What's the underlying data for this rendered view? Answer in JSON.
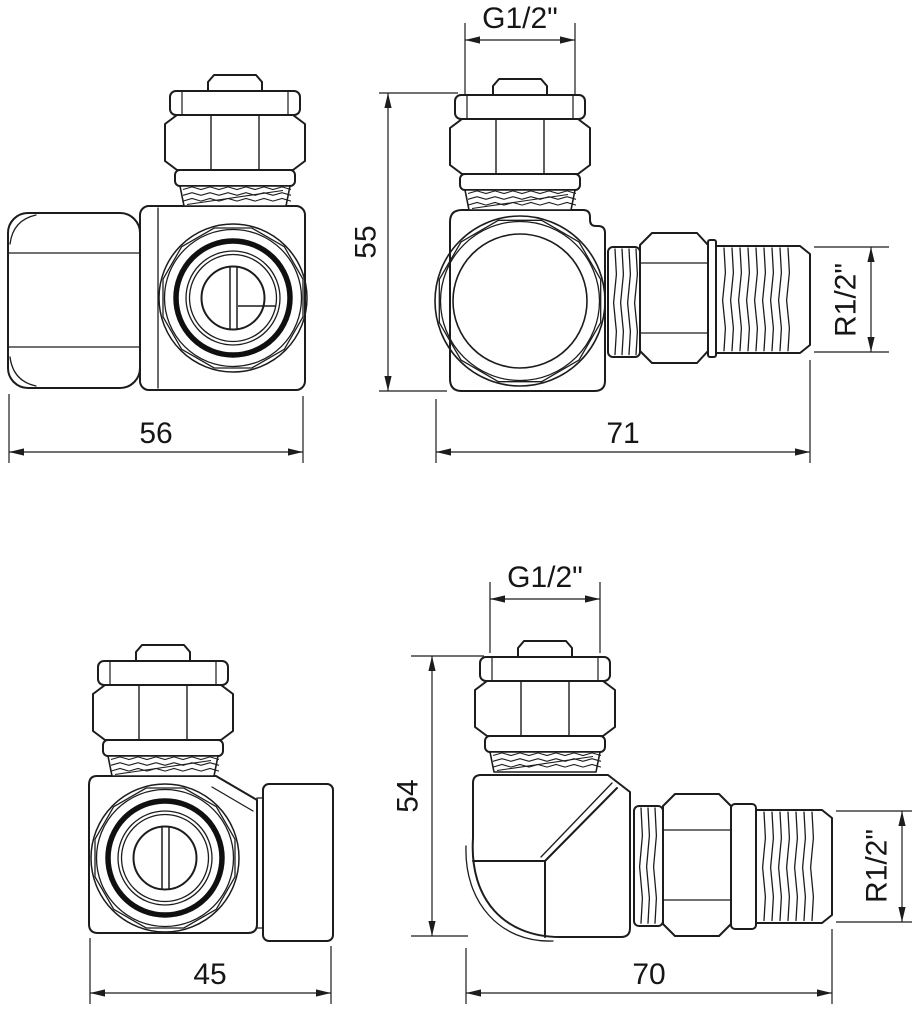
{
  "drawing": {
    "colors": {
      "line": "#1c1c1c",
      "background": "#ffffff",
      "seal_ring": "#101010"
    },
    "views": {
      "top_left": {
        "width": "56"
      },
      "top_right": {
        "top_thread": "G1/2\"",
        "height": "55",
        "length": "71",
        "side_thread": "R1/2\""
      },
      "bottom_left": {
        "width": "45"
      },
      "bottom_right": {
        "top_thread": "G1/2\"",
        "height": "54",
        "length": "70",
        "side_thread": "R1/2\""
      }
    }
  }
}
